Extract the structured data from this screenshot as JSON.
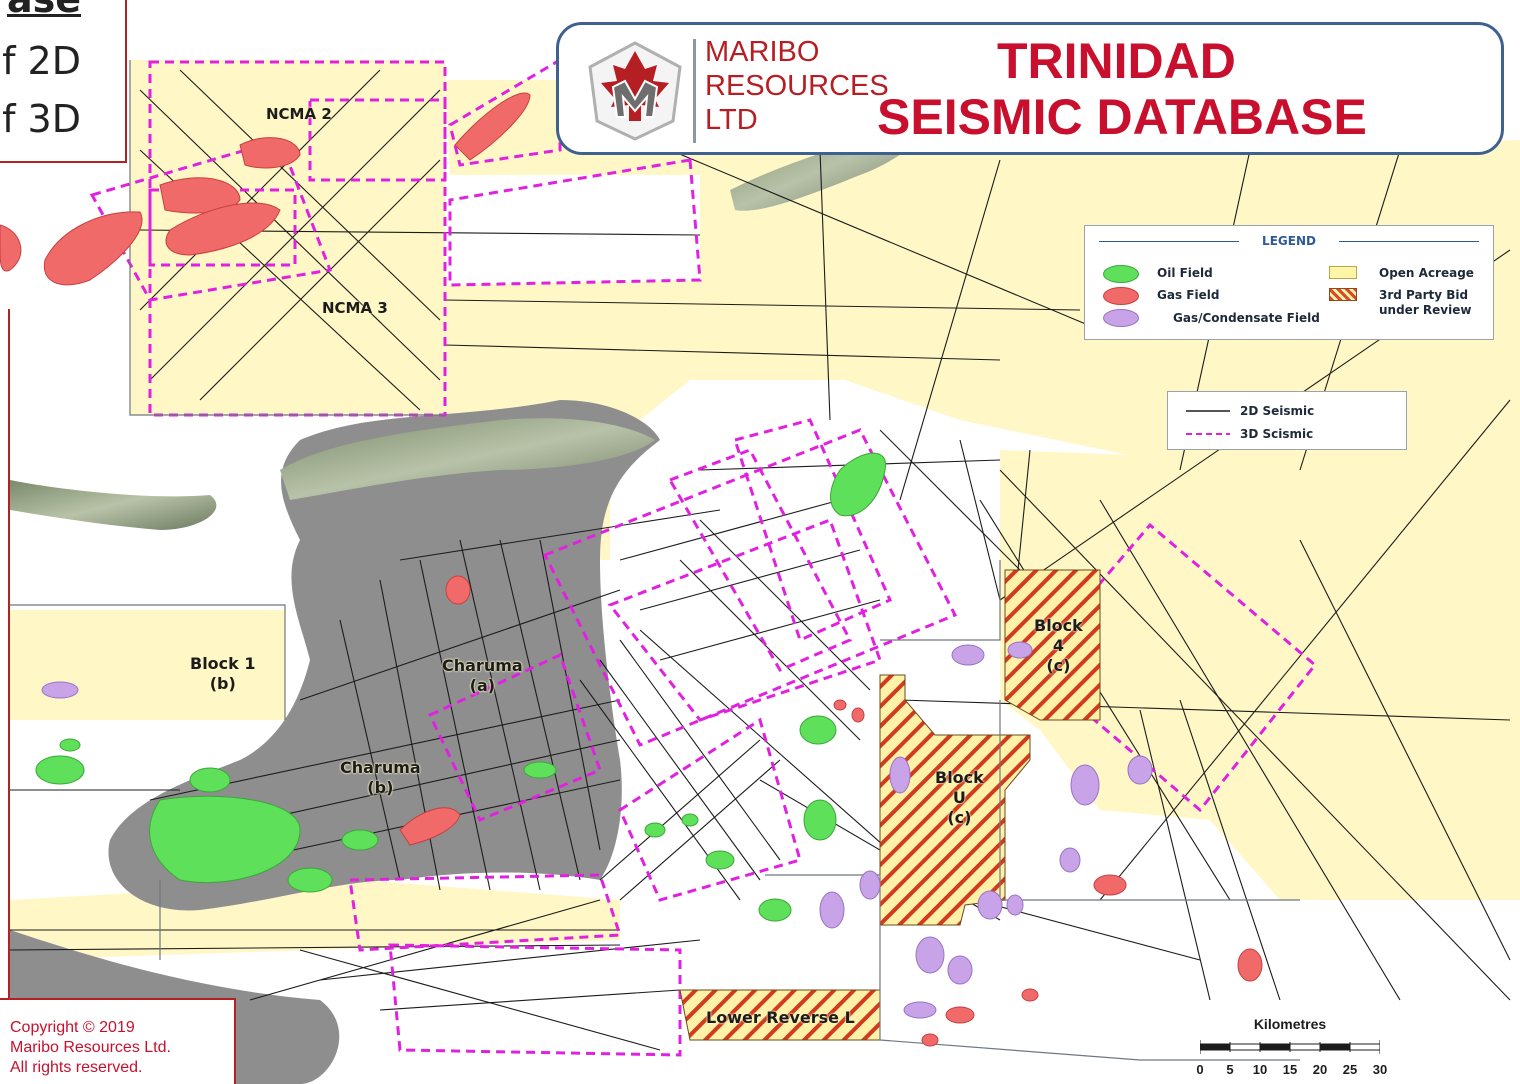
{
  "corner_text": {
    "line0": "ase",
    "line1": "f 2D",
    "line2": "f 3D"
  },
  "banner": {
    "company_line1": "MARIBO",
    "company_line2": "RESOURCES",
    "company_line3": "LTD",
    "title_line1": "TRINIDAD",
    "title_line2": "SEISMIC DATABASE",
    "logo_icon": "maple-leaf-m-logo-icon",
    "title_color": "#c8102e",
    "border_color": "#3f6190"
  },
  "legend": {
    "title": "LEGEND",
    "items": [
      {
        "label": "Oil Field",
        "color": "#5ee05a"
      },
      {
        "label": "Gas Field",
        "color": "#f06a6a"
      },
      {
        "label": "Gas/Condensate Field",
        "color": "#c9a3e8"
      },
      {
        "label": "Open Acreage",
        "color": "#fff5a6"
      },
      {
        "label": "3rd Party Bid under Review",
        "label_line1": "3rd Party Bid",
        "label_line2": "under Review",
        "color": "#d64a2a"
      }
    ]
  },
  "seismic_legend": {
    "items": [
      {
        "label": "2D Seismic",
        "color": "#1c1c1c"
      },
      {
        "label": "3D Scismic",
        "color": "#e022e0"
      }
    ]
  },
  "map_labels": {
    "ncma2": "NCMA 2",
    "ncma3": "NCMA 3",
    "block1_a": "Block 1",
    "block1_b": "(b)",
    "charuma_a1": "Charuma",
    "charuma_a2": "(a)",
    "charuma_b1": "Charuma",
    "charuma_b2": "(b)",
    "block4_1": "Block",
    "block4_2": "4",
    "block4_3": "(c)",
    "blocku_1": "Block",
    "blocku_2": "U",
    "blocku_3": "(c)",
    "lower_reverse": "Lower Reverse L"
  },
  "copyright": {
    "line1": "Copyright © 2019",
    "line2": "Maribo Resources Ltd.",
    "line3": "All rights reserved."
  },
  "scale_bar": {
    "title": "Kilometres",
    "ticks": [
      "0",
      "5",
      "10",
      "15",
      "20",
      "25",
      "30"
    ]
  },
  "colors": {
    "open_acreage": "#fff7c6",
    "land": "#8e8e8e",
    "sea": "#ffffff",
    "seismic_2d": "#1c1c1c",
    "seismic_3d": "#e022e0",
    "accent_red": "#b22222"
  }
}
